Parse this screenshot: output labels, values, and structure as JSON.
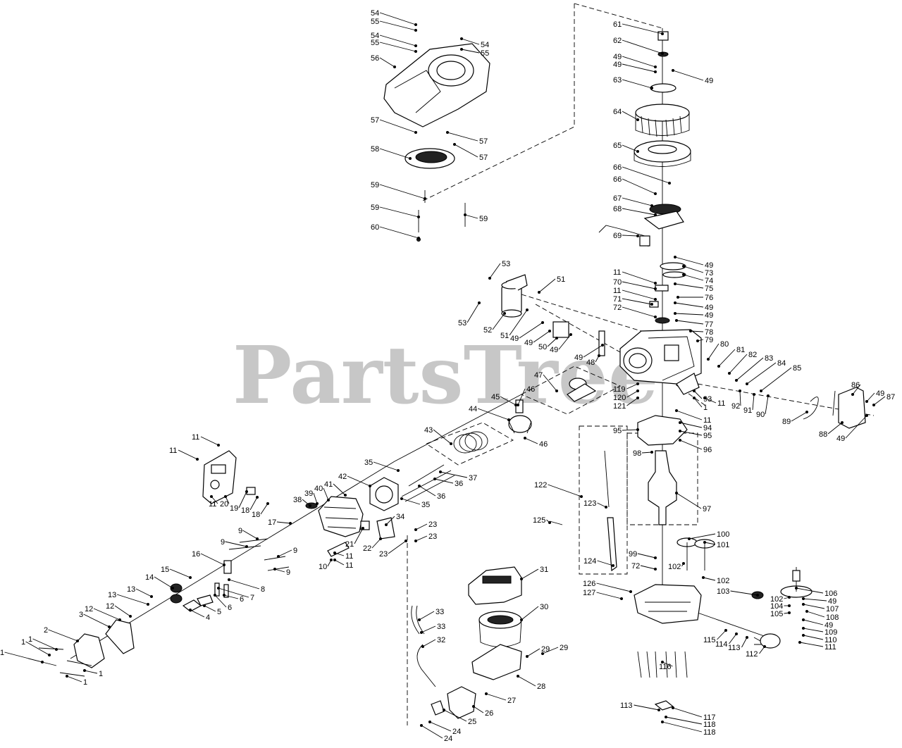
{
  "watermark": "PartsTree",
  "labels": [
    "1",
    "2",
    "3",
    "4",
    "5",
    "6",
    "7",
    "8",
    "9",
    "10",
    "11",
    "12",
    "13",
    "14",
    "15",
    "16",
    "17",
    "18",
    "19",
    "20",
    "21",
    "22",
    "23",
    "24",
    "25",
    "26",
    "27",
    "28",
    "29",
    "30",
    "31",
    "32",
    "33",
    "34",
    "35",
    "36",
    "37",
    "38",
    "39",
    "40",
    "41",
    "42",
    "43",
    "44",
    "45",
    "46",
    "47",
    "48",
    "49",
    "50",
    "51",
    "52",
    "53",
    "54",
    "55",
    "56",
    "57",
    "58",
    "59",
    "60",
    "61",
    "62",
    "63",
    "64",
    "65",
    "66",
    "67",
    "68",
    "69",
    "70",
    "71",
    "72",
    "73",
    "74",
    "75",
    "76",
    "77",
    "78",
    "79",
    "80",
    "81",
    "82",
    "83",
    "84",
    "85",
    "86",
    "87",
    "88",
    "89",
    "90",
    "91",
    "92",
    "93",
    "94",
    "95",
    "96",
    "97",
    "98",
    "99",
    "100",
    "101",
    "102",
    "103",
    "104",
    "105",
    "106",
    "107",
    "108",
    "109",
    "110",
    "111",
    "112",
    "113",
    "114",
    "115",
    "116",
    "117",
    "118",
    "119",
    "120",
    "121",
    "122",
    "123",
    "124",
    "125",
    "126",
    "127"
  ]
}
